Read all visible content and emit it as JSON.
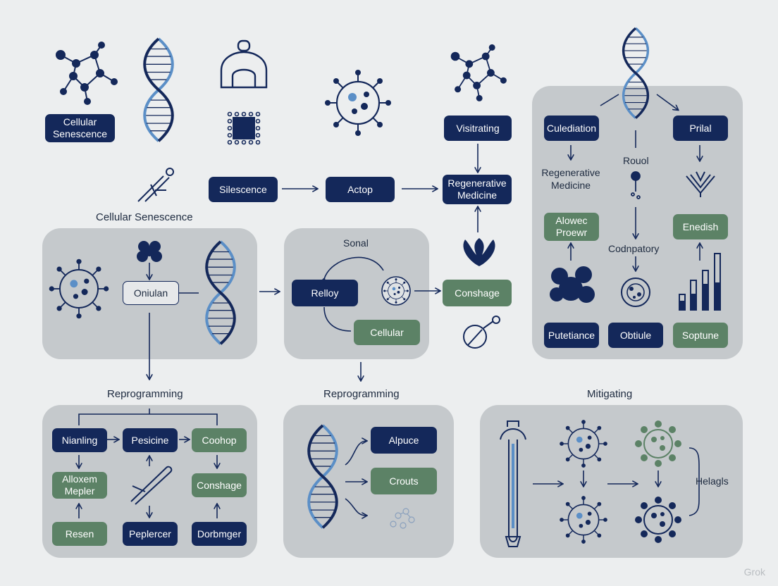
{
  "labels": {
    "cellular_senescence": "Cellular Senescence",
    "reprogramming_left": "Reprogramming",
    "reprogramming_mid": "Reprogramming",
    "mitigating": "Mitigating",
    "regenerative_medicine_right": "Regenerative Medicine",
    "rouol": "Rouol",
    "codnpatory": "Codnpatory",
    "helagls": "Helagls",
    "sonal": "Sonal",
    "watermark": "Grok"
  },
  "boxes": {
    "cellular_senescence": "Cellular Senescence",
    "visitrating": "Visitrating",
    "silescence": "Silescence",
    "actop": "Actop",
    "regenerative_medicine": "Regenerative Medicine",
    "culediation": "Culediation",
    "prilal": "Prilal",
    "alowec_proewr": "Alowec Proewr",
    "enedish": "Enedish",
    "putetiance": "Putetiance",
    "obtiule": "Obtiule",
    "soptune": "Soptune",
    "oniulan": "Oniulan",
    "relloy": "Relloy",
    "cellular": "Cellular",
    "conshage_mid": "Conshage",
    "nianling": "Nianling",
    "pesicine": "Pesicine",
    "coohop": "Coohop",
    "alloxem_mepler": "Alloxem Mepler",
    "conshage_bottom": "Conshage",
    "resen": "Resen",
    "peplercer": "Peplercer",
    "dorbmger": "Dorbmger",
    "alpuce": "Alpuce",
    "crouts": "Crouts"
  },
  "colors": {
    "navy": "#14285a",
    "green": "#5c8266",
    "blue": "#5b8fc7",
    "panel": "#c5c9cc",
    "background": "#eceeef"
  },
  "icons": [
    "molecule-icon",
    "dna-helix-icon",
    "stamp-icon",
    "chip-icon",
    "virus-cell-icon",
    "microscope-icon",
    "shell-icon",
    "cell-cluster-icon",
    "bar-chart-icon",
    "pipette-icon",
    "mitochondria-icon"
  ]
}
